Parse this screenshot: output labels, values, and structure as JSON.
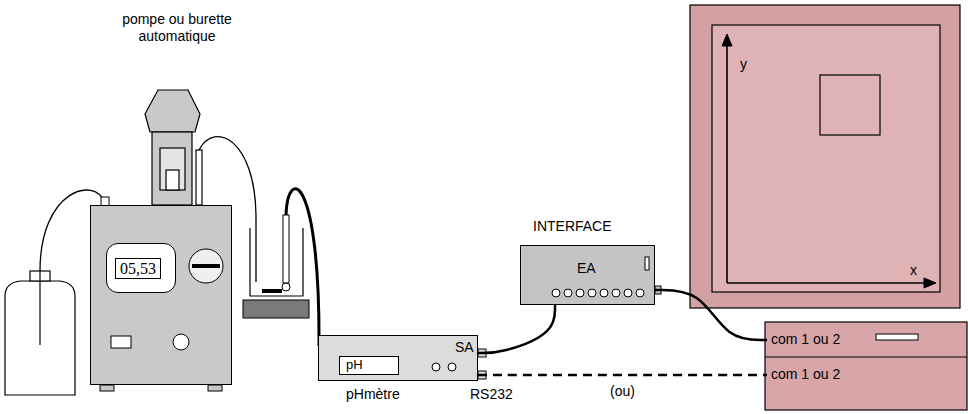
{
  "diagram": {
    "nodes": [
      {
        "text": [
          "pompe ou burette automatique"
        ]
      },
      {
        "text": [
          "05,53"
        ],
        "in": 0
      },
      {
        "text": [
          "pHmètre"
        ]
      },
      {
        "text": [
          "pH"
        ],
        "in": 2
      },
      {
        "text": [
          "INTERFACE",
          "EA"
        ]
      },
      {
        "text": [
          "com 1 ou 2"
        ]
      },
      {
        "text": [
          "com 1 ou 2"
        ]
      }
    ],
    "edges": [
      {
        "from": 2,
        "to": 4,
        "arrow": "none"
      },
      {
        "from": 4,
        "to": 5,
        "arrow": "none"
      },
      {
        "from": 2,
        "to": 6,
        "arrow": "none",
        "label": "(ou)"
      }
    ],
    "labels": [
      "SA",
      "RS232",
      "y",
      "x"
    ]
  }
}
